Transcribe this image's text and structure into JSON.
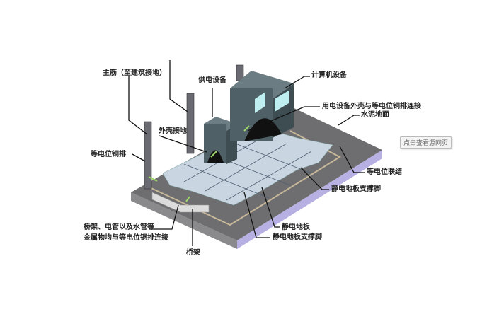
{
  "labels": {
    "main_rebar": "主筋（至建筑接地）",
    "power_equipment": "供电设备",
    "computer_equipment": "计算机设备",
    "housing_connection": "用电设备外壳与等电位铜排连接",
    "cement_floor": "水泥地面",
    "housing_ground": "外壳接地",
    "equipotential_copper_bar": "等电位铜排",
    "equipotential_bonding": "等电位联结",
    "floor_support_right": "静电地板支撑脚",
    "metal_line1": "桥架、电管以及水管等",
    "metal_line2": "金属物均与等电位铜排连接",
    "antistatic_floor": "静电地板",
    "floor_support_bottom": "静电地板支撑脚",
    "cable_tray": "桥架"
  },
  "view_source_button": "点击查看源网页",
  "colors": {
    "slab_top": "#6e6e70",
    "slab_side": "#b7b0e2",
    "tiles": "#c9d6e2",
    "cabinet": "#4f6066",
    "window": "#bfeef0",
    "ground_wire": "#9fd66a"
  }
}
